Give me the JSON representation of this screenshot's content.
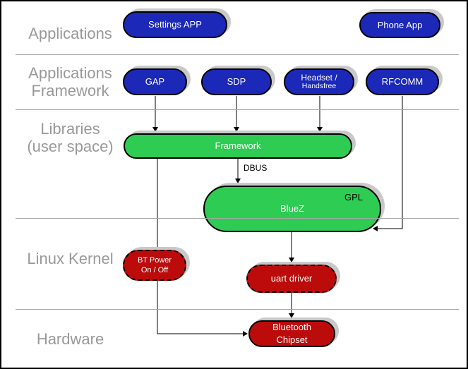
{
  "colors": {
    "blue": "#1b28b8",
    "green": "#2ecc52",
    "red": "#bb0b0b",
    "layer_label": "#999999",
    "divider": "#a6a6a6",
    "shadow": "#c9c9c9"
  },
  "layers": [
    {
      "id": "applications",
      "lines": [
        "Applications"
      ]
    },
    {
      "id": "applications-framework",
      "lines": [
        "Applications",
        "Framework"
      ]
    },
    {
      "id": "libraries-user-space",
      "lines": [
        "Libraries",
        "(user space)"
      ]
    },
    {
      "id": "linux-kernel",
      "lines": [
        "Linux Kernel"
      ]
    },
    {
      "id": "hardware",
      "lines": [
        "Hardware"
      ]
    }
  ],
  "nodes": {
    "settings_app": {
      "label": "Settings APP"
    },
    "phone_app": {
      "label": "Phone App"
    },
    "gap": {
      "label": "GAP"
    },
    "sdp": {
      "label": "SDP"
    },
    "headset": {
      "line1": "Headset /",
      "line2": "Handsfree"
    },
    "rfcomm": {
      "label": "RFCOMM"
    },
    "framework": {
      "label": "Framework"
    },
    "bluez": {
      "label": "BlueZ",
      "badge": "GPL"
    },
    "bt_power": {
      "line1": "BT Power",
      "line2": "On / Off"
    },
    "uart_driver": {
      "label": "uart driver"
    },
    "bluetooth_chipset": {
      "line1": "Bluetooth",
      "line2": "Chipset"
    }
  },
  "annotations": {
    "dbus": "DBUS"
  }
}
